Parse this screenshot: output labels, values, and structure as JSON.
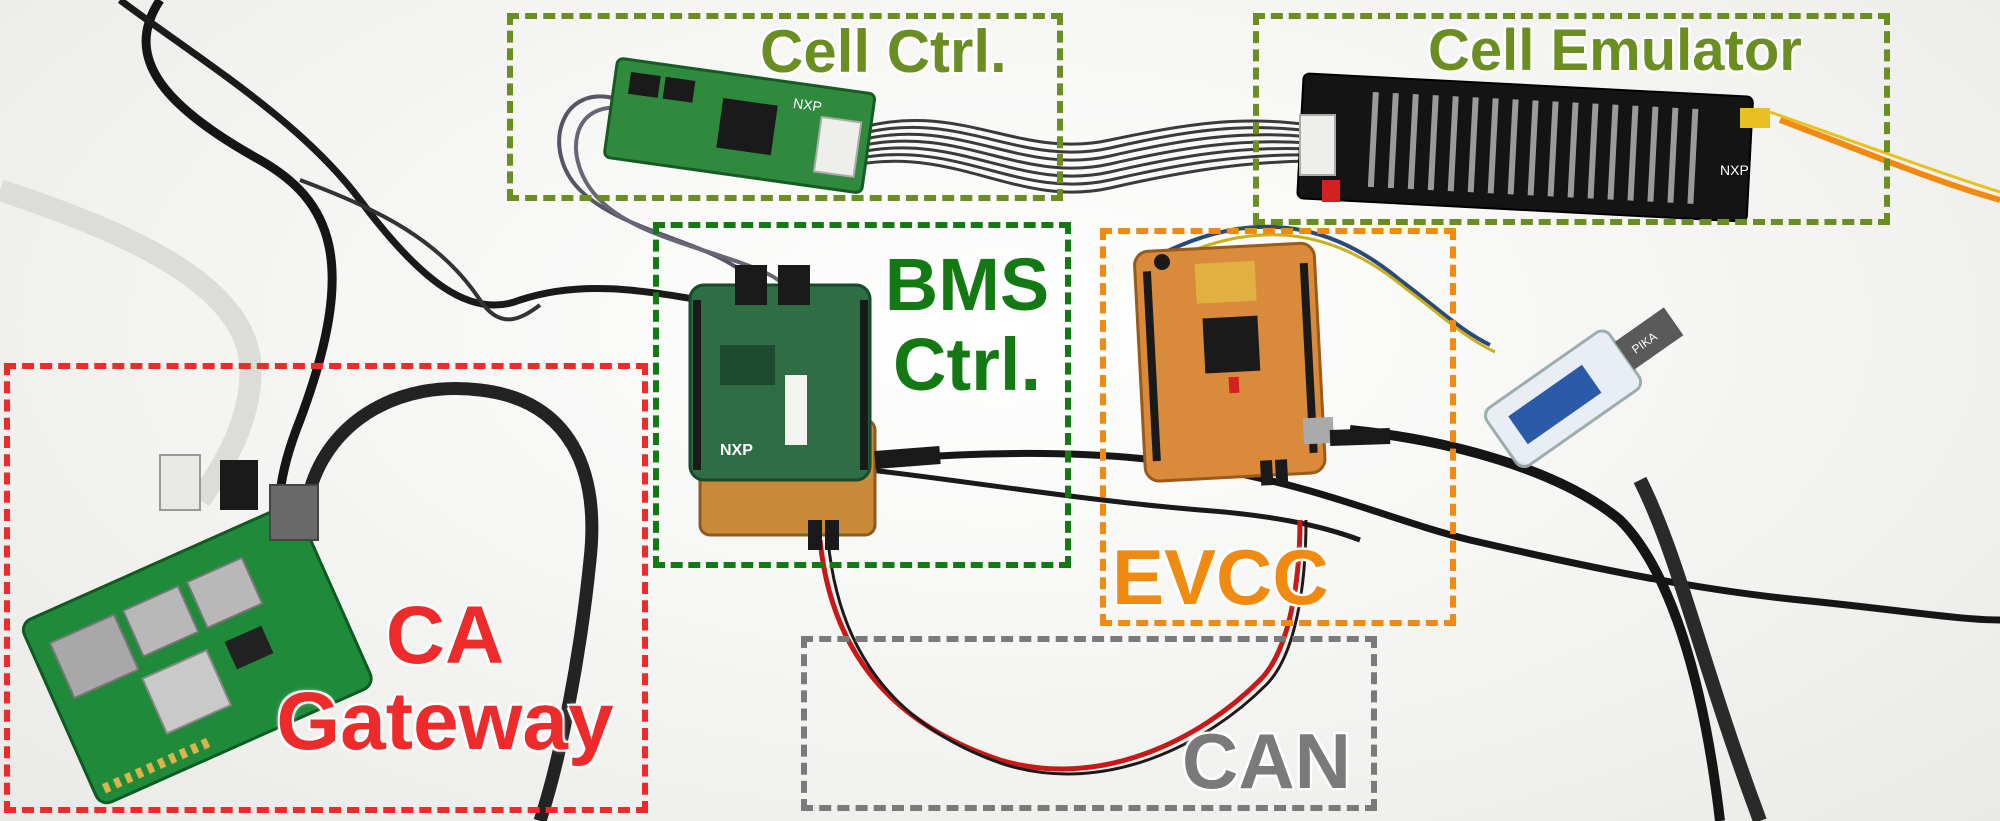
{
  "labels": {
    "cell_ctrl": "Cell Ctrl.",
    "cell_emulator": "Cell Emulator",
    "bms_line1": "BMS",
    "bms_line2": "Ctrl.",
    "evcc": "EVCC",
    "ca_line1": "CA",
    "ca_line2": "Gateway",
    "can": "CAN"
  },
  "board_marks": {
    "nxp": "NXP",
    "pika": "PIKA"
  },
  "colors": {
    "cell_ctrl": "#6b8e23",
    "cell_emulator": "#6b8e23",
    "bms": "#137a13",
    "evcc": "#f08a10",
    "ca_gateway": "#ee2a2a",
    "can": "#7a7a7a"
  }
}
